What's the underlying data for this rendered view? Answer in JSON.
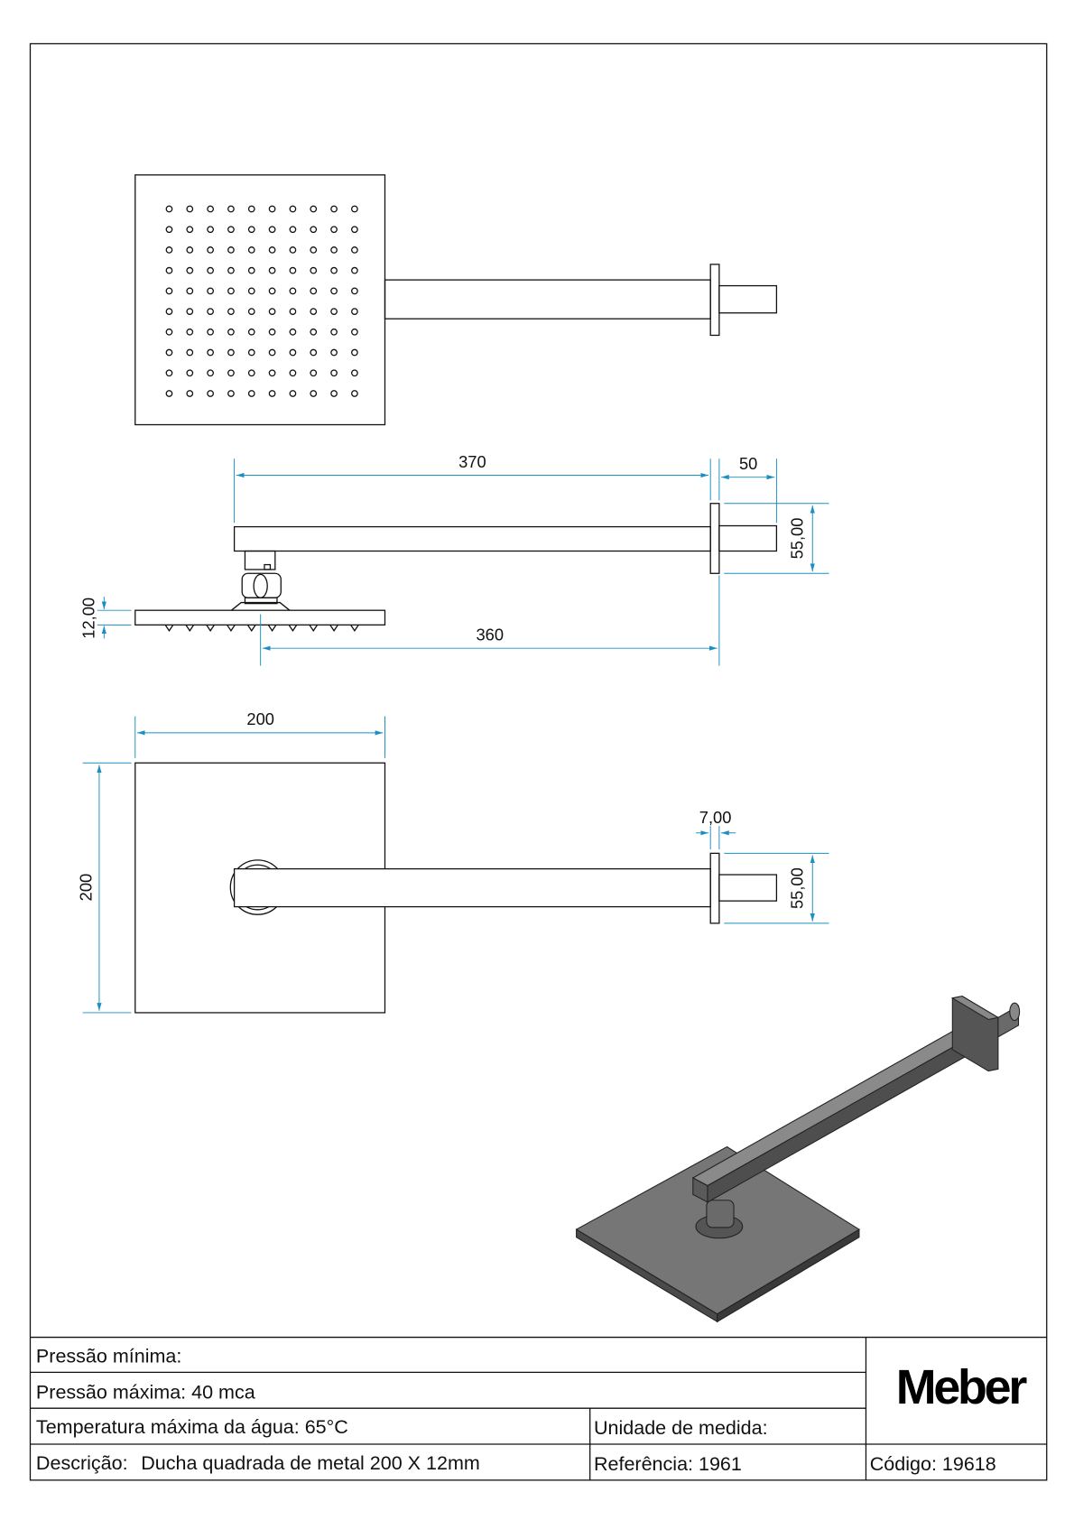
{
  "dimensions": {
    "arm_length": "370",
    "stub_length": "50",
    "flange_height_side": "55,00",
    "plate_thickness": "12,00",
    "projection": "360",
    "plate_width": "200",
    "plate_height": "200",
    "flange_thickness": "7,00",
    "flange_height_top": "55,00"
  },
  "title_block": {
    "min_pressure": "Pressão mínima:",
    "max_pressure": "Pressão máxima: 40 mca",
    "max_temp": "Temperatura máxima da água: 65°C",
    "unit": "Unidade de medida:",
    "description_label": "Descrição:",
    "description_value": "Ducha quadrada de metal 200 X 12mm",
    "reference": "Referência: 1961",
    "code": "Código: 19618",
    "logo": "Meber"
  },
  "colors": {
    "dimension": "#1a8fc0",
    "line": "#111111",
    "render": "#6e6e6e"
  }
}
